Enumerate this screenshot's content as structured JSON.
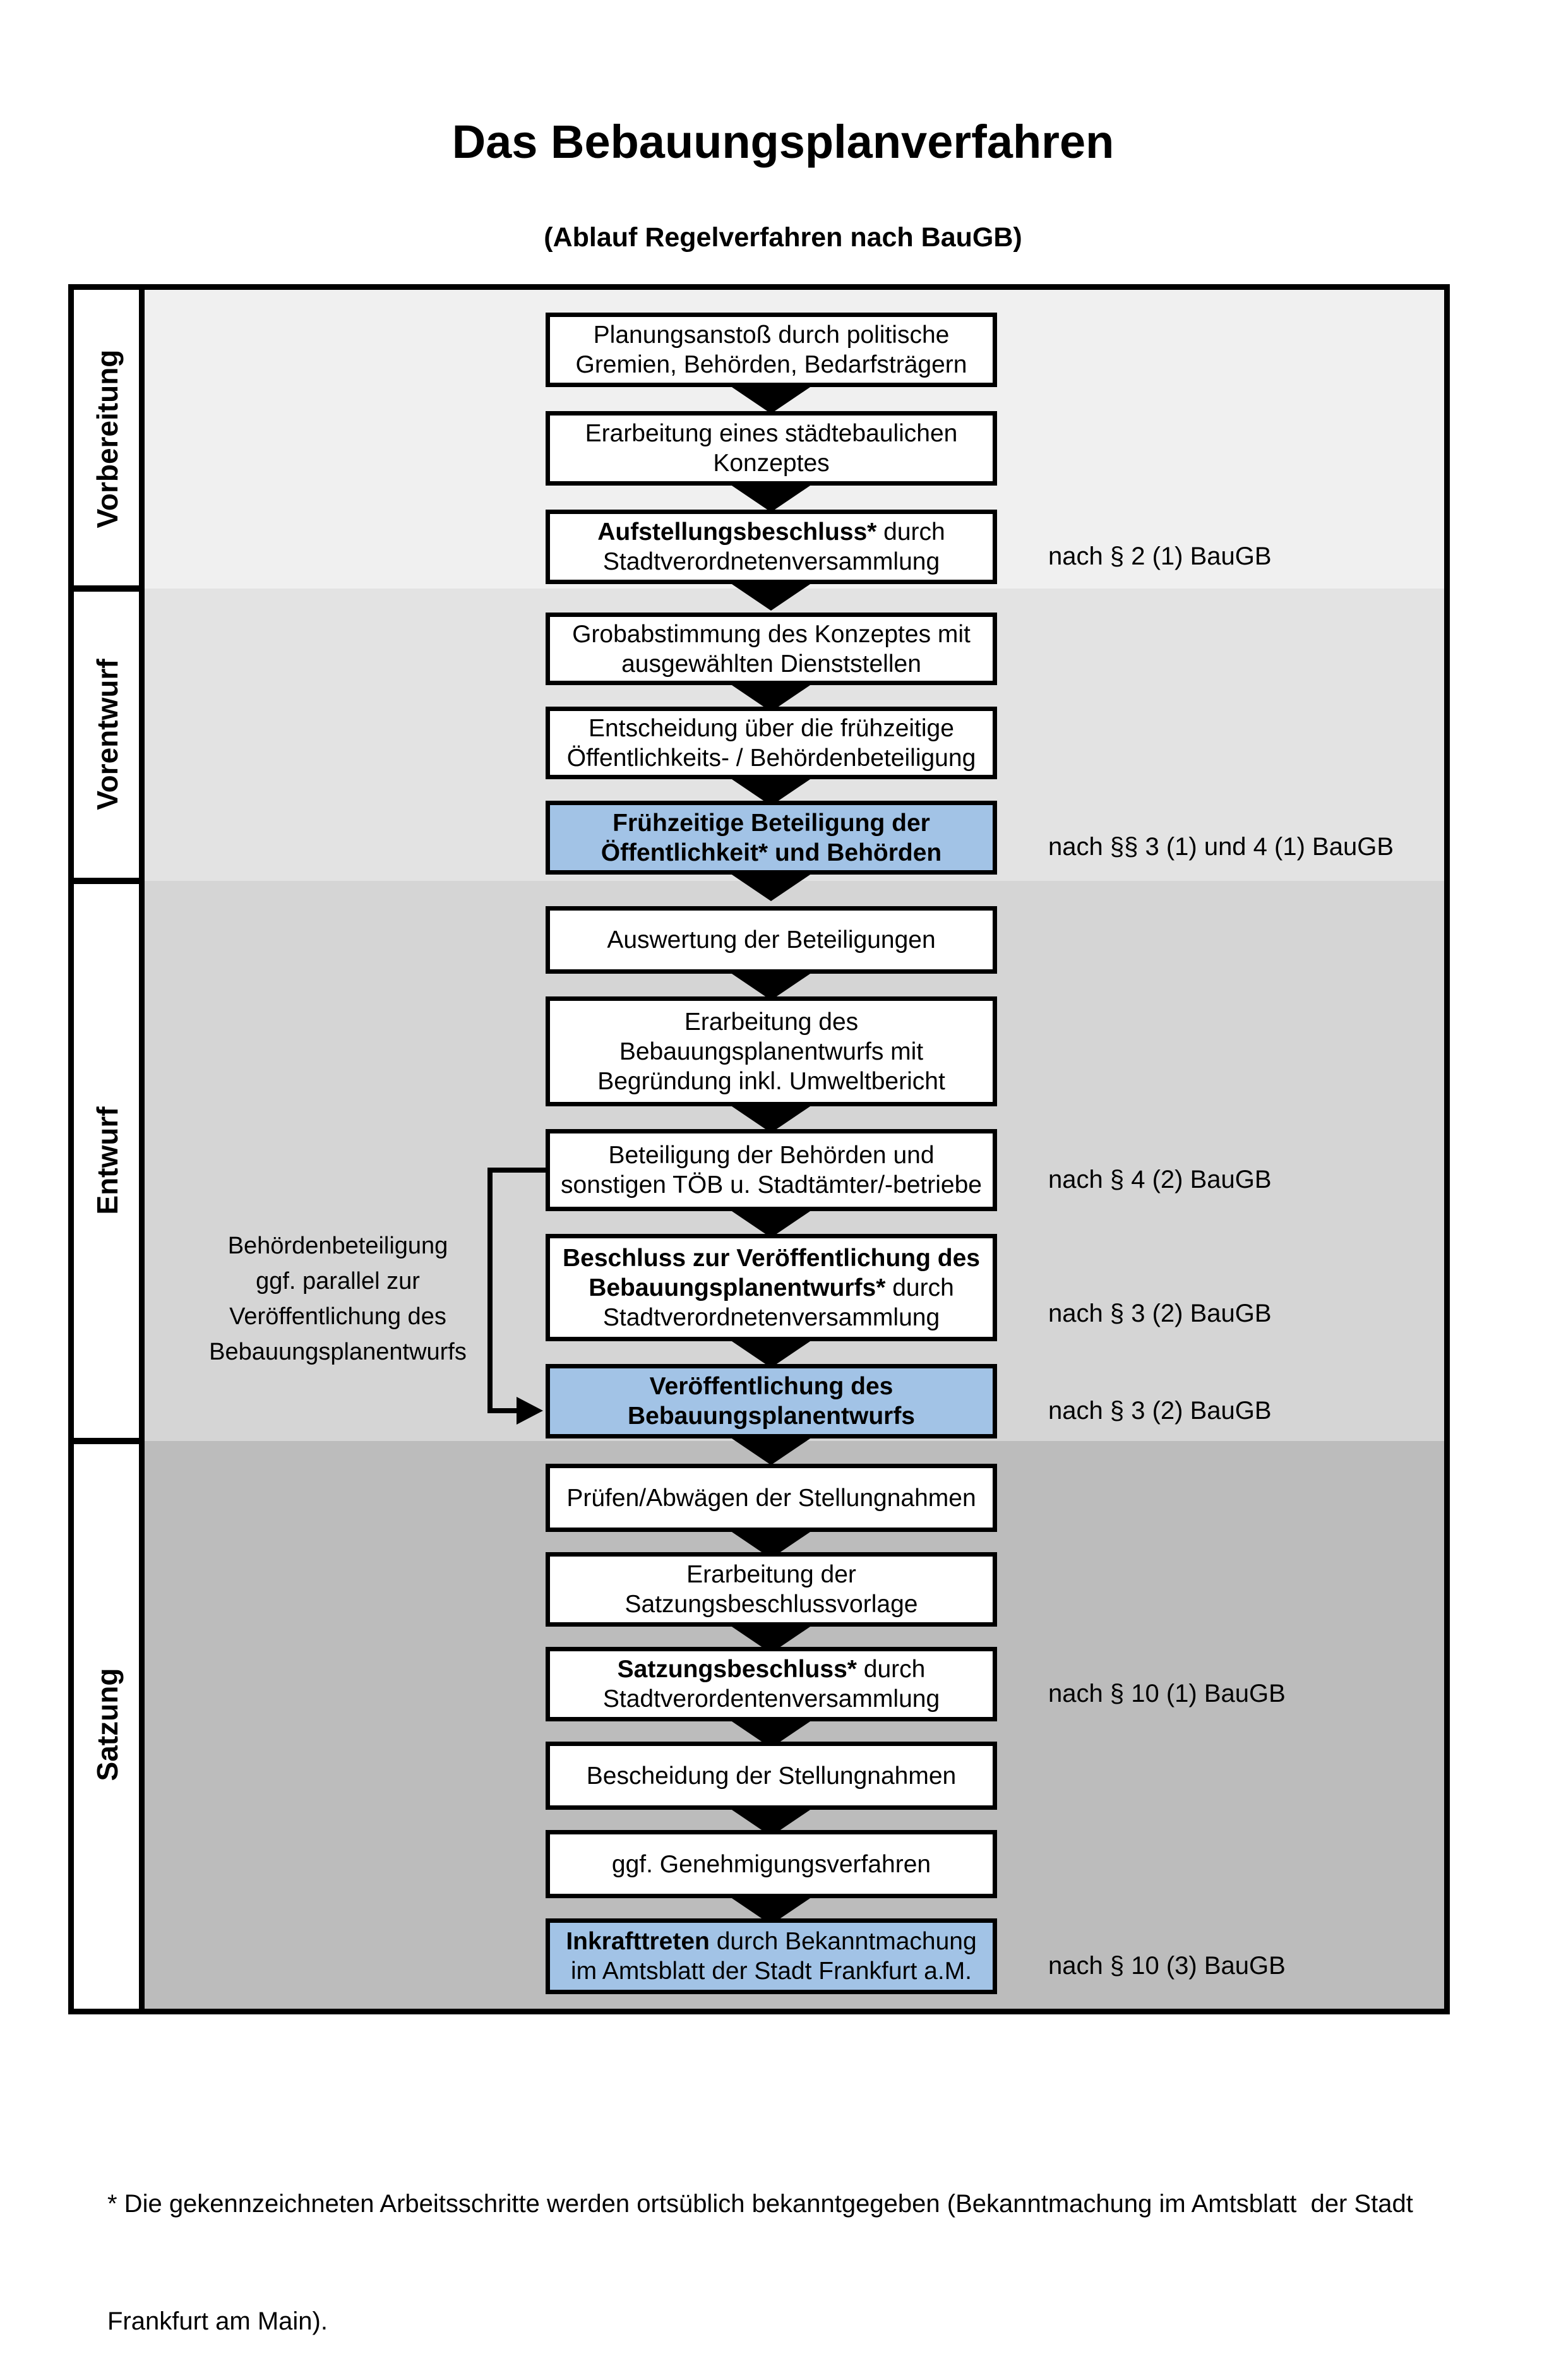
{
  "title": {
    "text": "Das Bebauungsplanverfahren",
    "subtitle": "(Ablauf Regelverfahren nach BauGB)"
  },
  "colors": {
    "highlight_box": "#a2c3e6",
    "band_vorbereitung": "#f0f0f0",
    "band_vorentwurf": "#e3e3e3",
    "band_entwurf": "#d5d5d5",
    "band_satzung": "#bcbcbc",
    "border": "#000000"
  },
  "sections": [
    {
      "label": "Vorbereitung"
    },
    {
      "label": "Vorentwurf"
    },
    {
      "label": "Entwurf"
    },
    {
      "label": "Satzung"
    }
  ],
  "boxes": [
    {
      "l1r": "Planungsanstoß durch politische",
      "l2r": "Gremien, Behörden, Bedarfsträgern"
    },
    {
      "l1r": "Erarbeitung eines städtebaulichen",
      "l2r": "Konzeptes"
    },
    {
      "l1b": "Aufstellungsbeschluss*",
      "l1r": " durch",
      "l2r": "Stadtverordnetenversammlung"
    },
    {
      "l1r": "Grobabstimmung des Konzeptes mit",
      "l2r": "ausgewählten Dienststellen"
    },
    {
      "l1r": "Entscheidung über die frühzeitige",
      "l2r": "Öffentlichkeits- / Behördenbeteiligung"
    },
    {
      "l1b": "Frühzeitige Beteiligung der",
      "l2b": "Öffentlichkeit* und Behörden"
    },
    {
      "l1r": "Auswertung der Beteiligungen"
    },
    {
      "l1r": "Erarbeitung des",
      "l2r": "Bebauungsplanentwurfs mit",
      "l3r": "Begründung inkl. Umweltbericht"
    },
    {
      "l1r": "Beteiligung der Behörden und",
      "l2r": "sonstigen TÖB u. Stadtämter/-betriebe"
    },
    {
      "l1b": "Beschluss zur Veröffentlichung des",
      "l2b": "Bebauungsplanentwurfs*",
      "l2r": " durch",
      "l3r": "Stadtverordnetenversammlung"
    },
    {
      "l1b": "Veröffentlichung des",
      "l2b": "Bebauungsplanentwurfs"
    },
    {
      "l1r": "Prüfen/Abwägen der Stellungnahmen"
    },
    {
      "l1r": "Erarbeitung der",
      "l2r": "Satzungsbeschlussvorlage"
    },
    {
      "l1b": "Satzungsbeschluss*",
      "l1r": " durch",
      "l2r": "Stadtverordentenversammlung"
    },
    {
      "l1r": "Bescheidung der Stellungnahmen"
    },
    {
      "l1r": "ggf. Genehmigungsverfahren"
    },
    {
      "l1b": "Inkrafttreten",
      "l1r": " durch Bekanntmachung",
      "l2r": "im Amtsblatt der Stadt Frankfurt a.M."
    }
  ],
  "annotations": [
    {
      "text": "nach § 2 (1) BauGB"
    },
    {
      "text": "nach §§ 3 (1) und 4 (1) BauGB"
    },
    {
      "text": "nach § 4 (2) BauGB"
    },
    {
      "text": "nach § 3 (2) BauGB"
    },
    {
      "text": "nach § 3 (2) BauGB"
    },
    {
      "text": "nach § 10 (1) BauGB"
    },
    {
      "text": "nach § 10 (3) BauGB"
    }
  ],
  "side_note": {
    "l1": "Behördenbeteiligung",
    "l2": "ggf. parallel zur",
    "l3": "Veröffentlichung des",
    "l4": "Bebauungsplanentwurfs"
  },
  "footnote": {
    "line1": "* Die gekennzeichneten Arbeitsschritte werden ortsüblich bekanntgegeben (Bekanntmachung im Amtsblatt  der Stadt",
    "line2": "Frankfurt am Main)."
  }
}
